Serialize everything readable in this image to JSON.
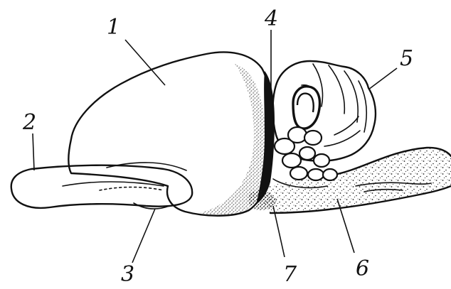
{
  "labels": {
    "l1": "1",
    "l2": "2",
    "l3": "3",
    "l4": "4",
    "l5": "5",
    "l6": "6",
    "l7": "7"
  },
  "colors": {
    "ink": "#111111",
    "background": "#ffffff"
  }
}
